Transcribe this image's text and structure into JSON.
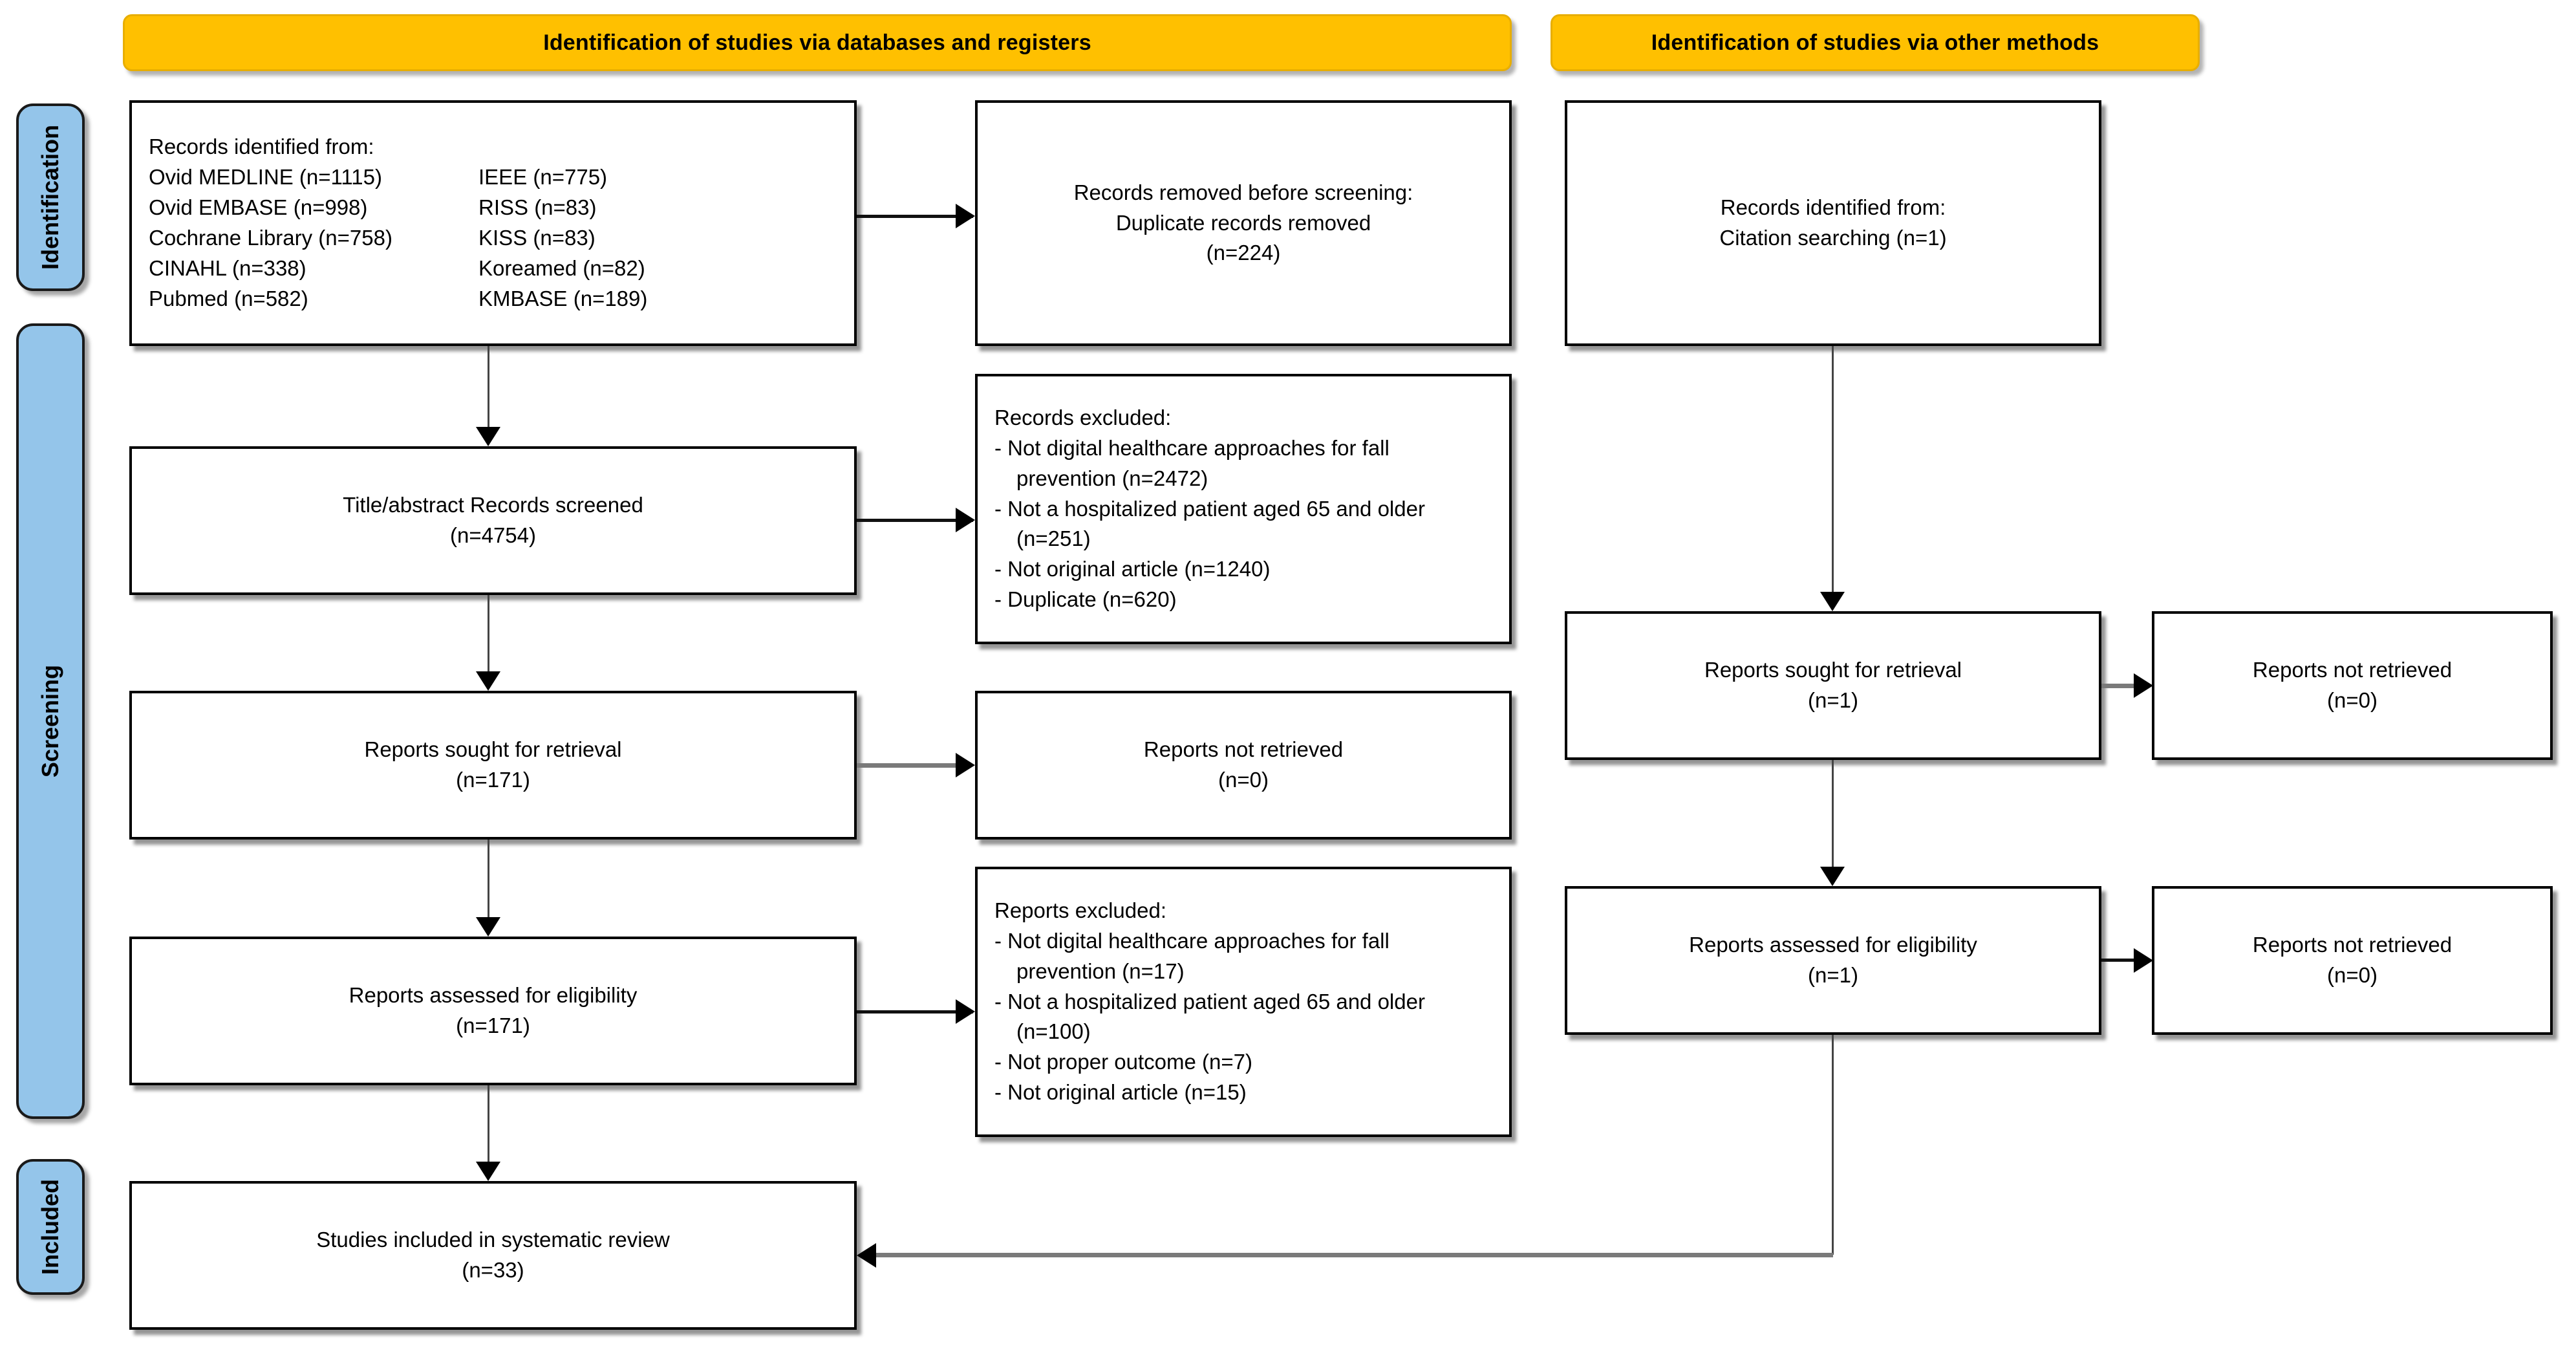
{
  "banners": {
    "left": "Identification of studies via databases and registers",
    "right": "Identification of studies via other methods"
  },
  "stages": [
    {
      "key": "identification",
      "label": "Identification"
    },
    {
      "key": "screening",
      "label": "Screening"
    },
    {
      "key": "included",
      "label": "Included"
    }
  ],
  "boxes": {
    "records_identified": {
      "heading": "Records identified from:",
      "sources": [
        {
          "name": "Ovid MEDLINE (n=1115)",
          "name2": "IEEE (n=775)"
        },
        {
          "name": "Ovid EMBASE (n=998)",
          "name2": "RISS (n=83)"
        },
        {
          "name": "Cochrane Library (n=758)",
          "name2": "KISS (n=83)"
        },
        {
          "name": "CINAHL (n=338)",
          "name2": "Koreamed (n=82)"
        },
        {
          "name": "Pubmed (n=582)",
          "name2": "KMBASE (n=189)"
        }
      ]
    },
    "records_removed": {
      "line1": "Records removed before screening:",
      "line2": "Duplicate records removed",
      "line3": "(n=224)"
    },
    "records_identified_other": {
      "line1": "Records identified from:",
      "line2": "Citation searching (n=1)"
    },
    "records_screened": {
      "line1": "Title/abstract Records screened",
      "line2": "(n=4754)"
    },
    "records_excluded": {
      "heading": "Records excluded:",
      "items": [
        "- Not digital healthcare approaches for fall prevention (n=2472)",
        "- Not a hospitalized patient aged 65 and older (n=251)",
        "- Not original article (n=1240)",
        "- Duplicate (n=620)"
      ]
    },
    "reports_sought_left": {
      "line1": "Reports sought for retrieval",
      "line2": "(n=171)"
    },
    "reports_not_retrieved_left": {
      "line1": "Reports not retrieved",
      "line2": "(n=0)"
    },
    "reports_assessed_left": {
      "line1": "Reports assessed for eligibility",
      "line2": "(n=171)"
    },
    "reports_excluded": {
      "heading": "Reports excluded:",
      "items": [
        "- Not digital healthcare approaches for fall prevention (n=17)",
        "- Not a hospitalized patient aged 65 and older (n=100)",
        "- Not proper outcome (n=7)",
        "- Not original article (n=15)"
      ]
    },
    "studies_included": {
      "line1": "Studies included in systematic review",
      "line2": "(n=33)"
    },
    "reports_sought_right": {
      "line1": "Reports sought for retrieval",
      "line2": "(n=1)"
    },
    "reports_not_retrieved_right_top": {
      "line1": "Reports not retrieved",
      "line2": "(n=0)"
    },
    "reports_assessed_right": {
      "line1": "Reports assessed for eligibility",
      "line2": "(n=1)"
    },
    "reports_not_retrieved_right_bottom": {
      "line1": "Reports not retrieved",
      "line2": "(n=0)"
    }
  },
  "colors": {
    "banner_fill": "#FFC000",
    "stage_tab_fill": "#94C5EA",
    "box_border": "#000000",
    "box_fill": "#FFFFFF",
    "connector": "#111111"
  }
}
